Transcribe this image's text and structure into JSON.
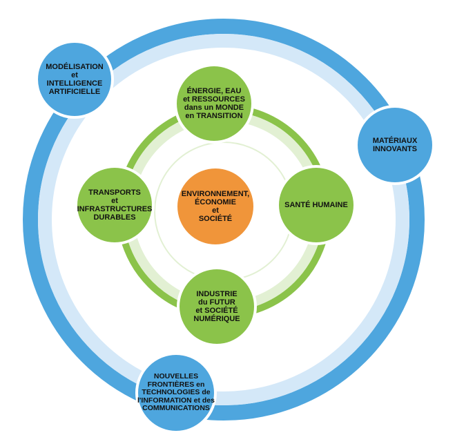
{
  "colors": {
    "blue": "#4ea6de",
    "light_blue": "#d4e8f8",
    "green": "#8bc34a",
    "light_green": "#e2f0d3",
    "orange": "#f0953a"
  },
  "center": {
    "lines": [
      "ENVIRONNEMENT,",
      "ÉCONOMIE",
      "et",
      "SOCIÉTÉ"
    ]
  },
  "inner_nodes": {
    "top": {
      "lines": [
        "ÉNERGIE, EAU",
        "et RESSOURCES",
        "dans un MONDE",
        "en TRANSITION"
      ]
    },
    "right": {
      "lines": [
        "SANTÉ HUMAINE"
      ]
    },
    "bottom": {
      "lines": [
        "INDUSTRIE",
        "du FUTUR",
        "et SOCIÉTÉ",
        "NUMÉRIQUE"
      ]
    },
    "left": {
      "lines": [
        "TRANSPORTS",
        "et",
        "INFRASTRUCTURES",
        "DURABLES"
      ]
    }
  },
  "outer_nodes": {
    "top_left": {
      "lines": [
        "MODÉLISATION",
        "et",
        "INTELLIGENCE",
        "ARTIFICIELLE"
      ]
    },
    "right": {
      "lines": [
        "MATÉRIAUX",
        "INNOVANTS"
      ]
    },
    "bottom": {
      "lines": [
        "NOUVELLES",
        "FRONTIÈRES en",
        "TECHNOLOGIES de",
        "l'INFORMATION et des",
        "COMMUNICATIONS"
      ]
    }
  }
}
